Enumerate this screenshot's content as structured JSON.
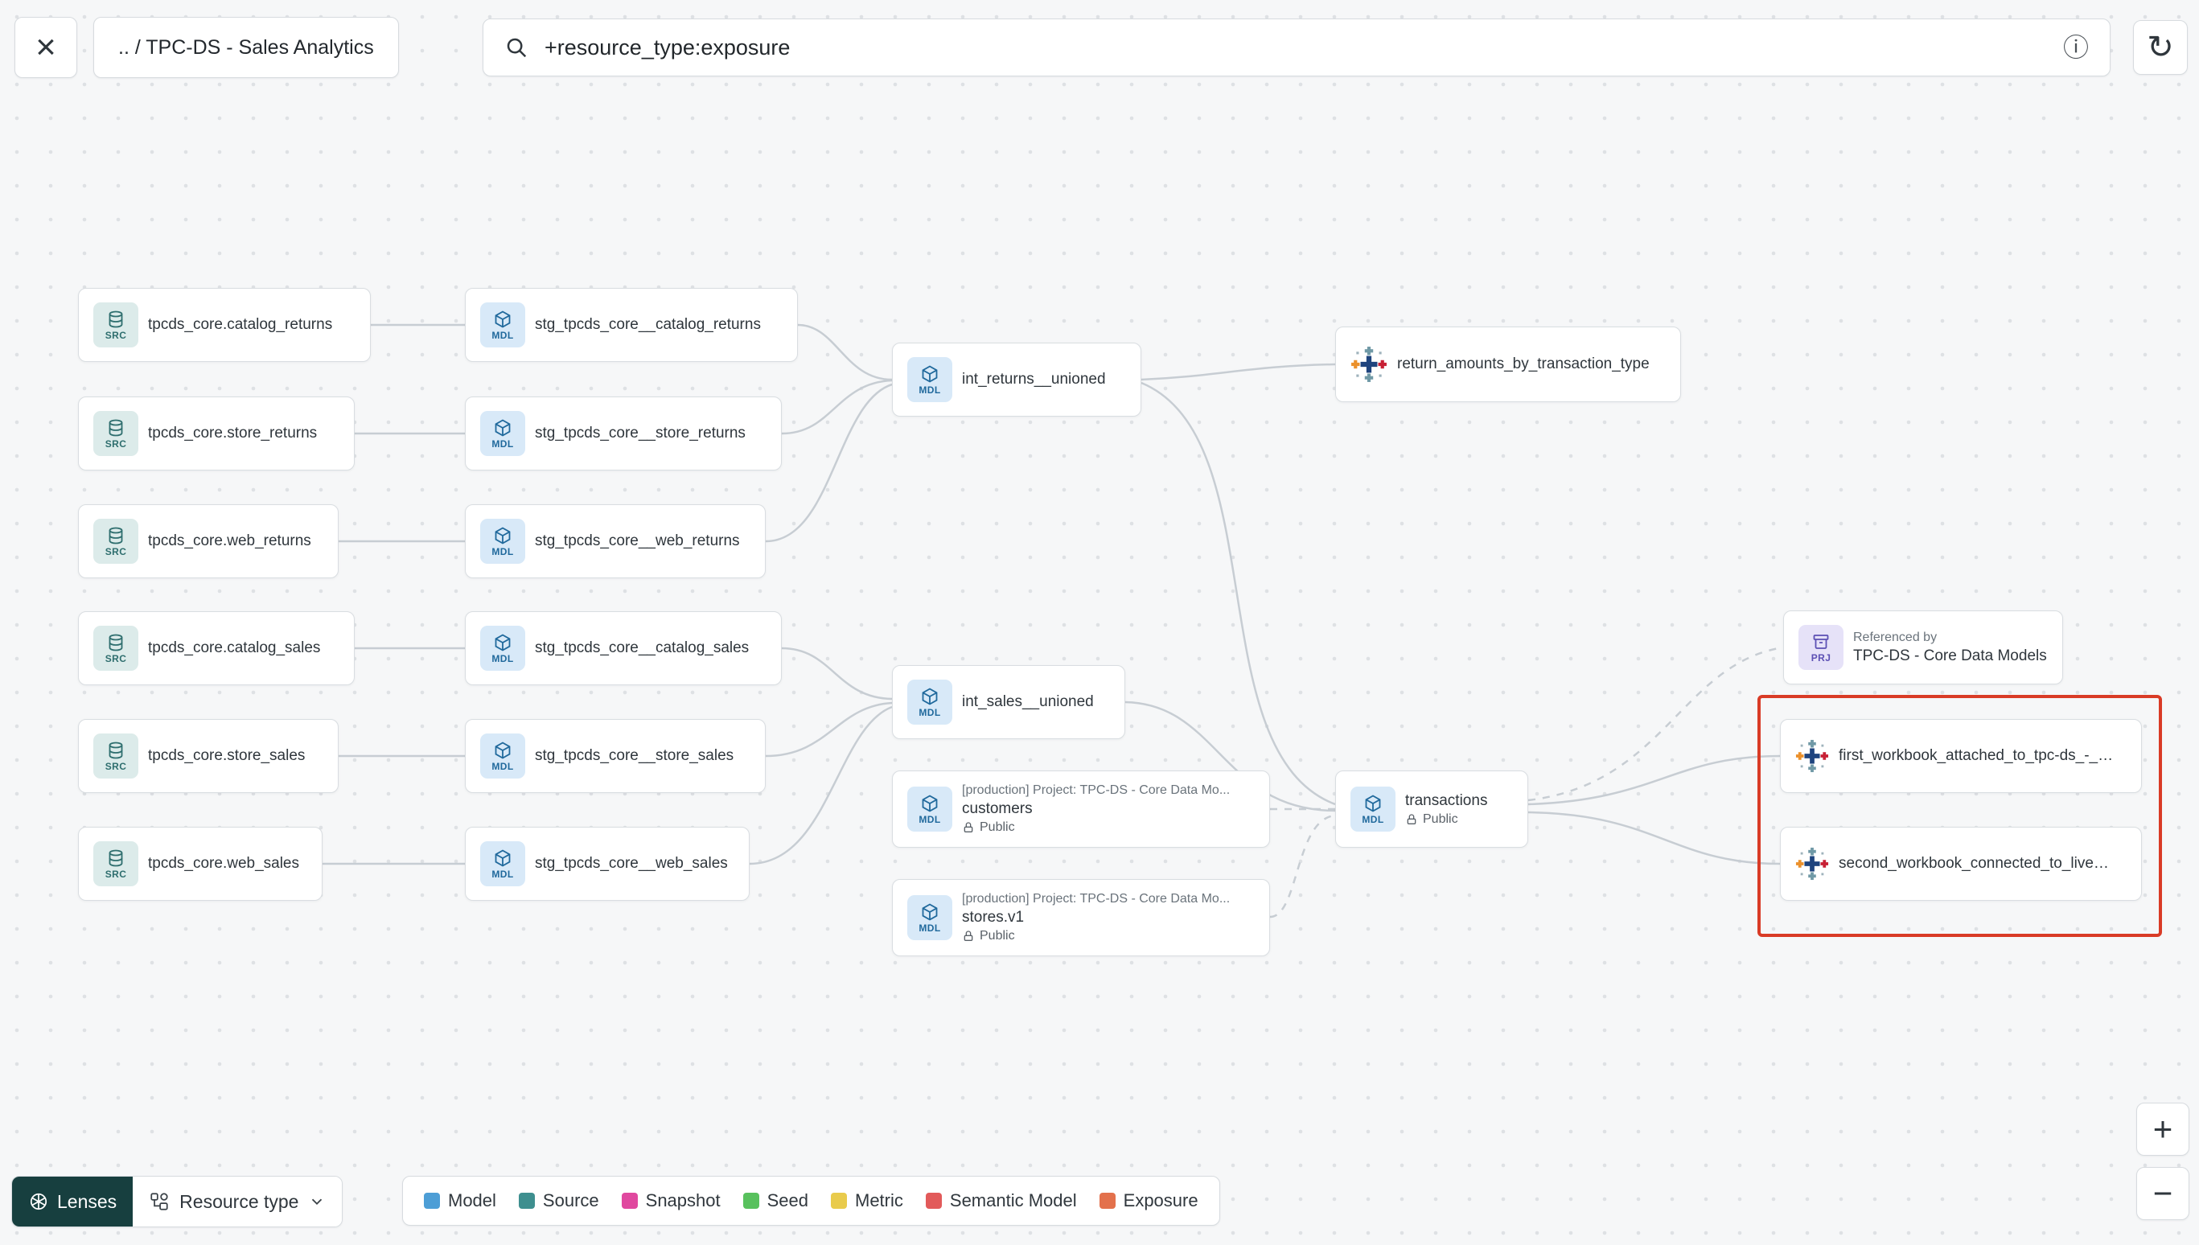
{
  "header": {
    "close": "×",
    "breadcrumb": ".. / TPC-DS - Sales Analytics",
    "search_value": "+resource_type:exposure",
    "info": "ⓘ",
    "refresh": "↻"
  },
  "nodes": [
    {
      "badge": "SRC",
      "label": "tpcds_core.catalog_returns"
    },
    {
      "badge": "SRC",
      "label": "tpcds_core.store_returns"
    },
    {
      "badge": "SRC",
      "label": "tpcds_core.web_returns"
    },
    {
      "badge": "SRC",
      "label": "tpcds_core.catalog_sales"
    },
    {
      "badge": "SRC",
      "label": "tpcds_core.store_sales"
    },
    {
      "badge": "SRC",
      "label": "tpcds_core.web_sales"
    },
    {
      "badge": "MDL",
      "label": "stg_tpcds_core__catalog_returns"
    },
    {
      "badge": "MDL",
      "label": "stg_tpcds_core__store_returns"
    },
    {
      "badge": "MDL",
      "label": "stg_tpcds_core__web_returns"
    },
    {
      "badge": "MDL",
      "label": "stg_tpcds_core__catalog_sales"
    },
    {
      "badge": "MDL",
      "label": "stg_tpcds_core__store_sales"
    },
    {
      "badge": "MDL",
      "label": "stg_tpcds_core__web_sales"
    },
    {
      "badge": "MDL",
      "label": "int_returns__unioned"
    },
    {
      "badge": "MDL",
      "label": "int_sales__unioned"
    },
    {
      "badge": "MDL",
      "project": "[production] Project: TPC-DS - Core Data Mo...",
      "label": "customers",
      "visibility": "Public"
    },
    {
      "badge": "MDL",
      "project": "[production] Project: TPC-DS - Core Data Mo...",
      "label": "stores.v1",
      "visibility": "Public"
    },
    {
      "label": "return_amounts_by_transaction_type"
    },
    {
      "badge": "MDL",
      "label": "transactions",
      "visibility": "Public"
    },
    {
      "badge": "PRJ",
      "kicker": "Referenced by",
      "label": "TPC-DS - Core Data Models"
    },
    {
      "label": "first_workbook_attached_to_tpc-ds_-_…"
    },
    {
      "label": "second_workbook_connected_to_live…"
    }
  ],
  "controls": {
    "lenses": "Lenses",
    "resource_type": "Resource type",
    "zoom_in": "+",
    "zoom_out": "−"
  },
  "legend": {
    "items": [
      {
        "label": "Model",
        "color": "#4D9ED6"
      },
      {
        "label": "Source",
        "color": "#3E8F8F"
      },
      {
        "label": "Snapshot",
        "color": "#E0489F"
      },
      {
        "label": "Seed",
        "color": "#58C15D"
      },
      {
        "label": "Metric",
        "color": "#E9CB4C"
      },
      {
        "label": "Semantic Model",
        "color": "#E25A5A"
      },
      {
        "label": "Exposure",
        "color": "#E3714C"
      }
    ]
  },
  "colors": {
    "highlight": "#D93B26",
    "edge": "#C7CDD3"
  }
}
